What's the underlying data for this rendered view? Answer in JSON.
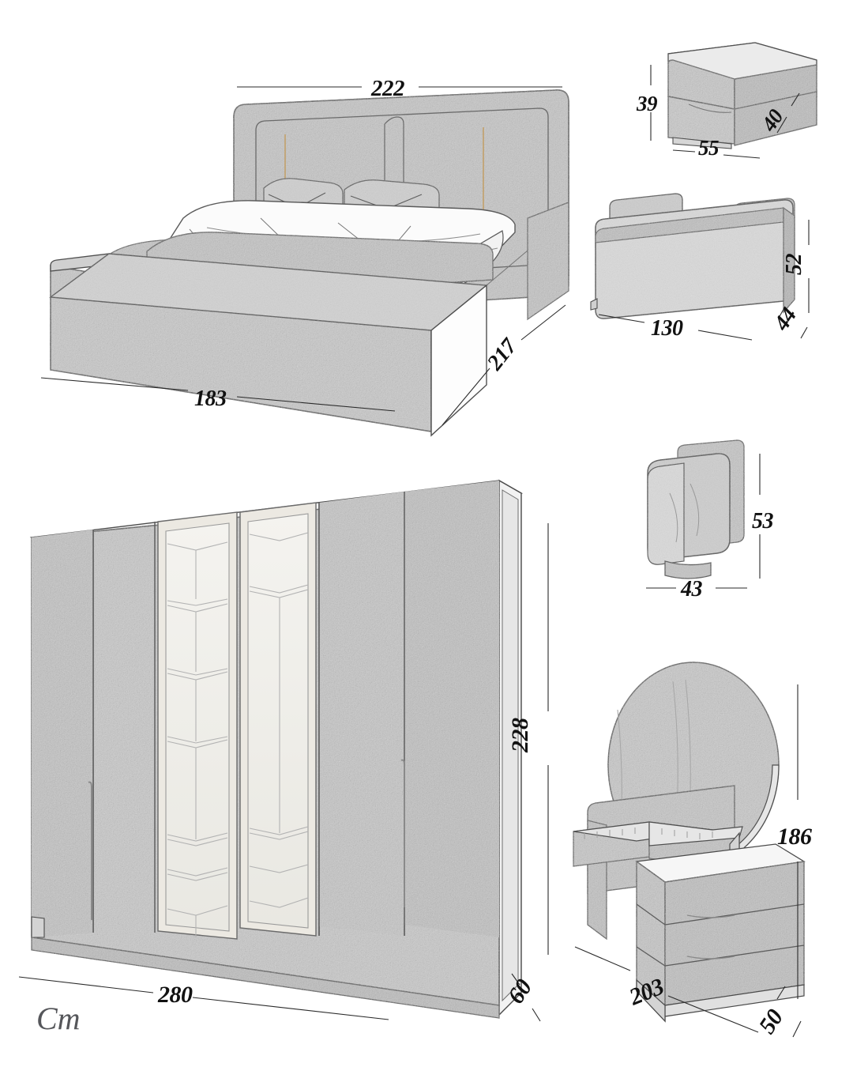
{
  "sheet": {
    "title": "Bedroom Set Dimension Sheet",
    "unit": "cm",
    "signature": "Cm",
    "background": "#ffffff",
    "ink": "#3c3c3c",
    "fabric": "#c9c9c9",
    "fabric_dark": "#b4b4b4",
    "fabric_light": "#dedede",
    "glass": "#f1f0ec",
    "accent_gold": "#c2a06a"
  },
  "items": [
    {
      "id": "bed",
      "name": "Upholstered Bed",
      "dims": [
        {
          "label": "222",
          "axis": "width-headboard"
        },
        {
          "label": "183",
          "axis": "width-base"
        },
        {
          "label": "217",
          "axis": "depth"
        }
      ]
    },
    {
      "id": "nightstand",
      "name": "Nightstand",
      "dims": [
        {
          "label": "39",
          "axis": "height"
        },
        {
          "label": "55",
          "axis": "width"
        },
        {
          "label": "40",
          "axis": "depth"
        }
      ]
    },
    {
      "id": "bench",
      "name": "Bed Bench",
      "dims": [
        {
          "label": "52",
          "axis": "height"
        },
        {
          "label": "130",
          "axis": "width"
        },
        {
          "label": "44",
          "axis": "depth"
        }
      ]
    },
    {
      "id": "pouf",
      "name": "Pouf Stool",
      "dims": [
        {
          "label": "53",
          "axis": "height"
        },
        {
          "label": "43",
          "axis": "width"
        }
      ]
    },
    {
      "id": "wardrobe",
      "name": "Six Door Wardrobe",
      "dims": [
        {
          "label": "228",
          "axis": "height"
        },
        {
          "label": "280",
          "axis": "width"
        },
        {
          "label": "60",
          "axis": "depth"
        }
      ]
    },
    {
      "id": "dresser",
      "name": "Dressing Table with Round Mirror",
      "dims": [
        {
          "label": "186",
          "axis": "height"
        },
        {
          "label": "203",
          "axis": "width"
        },
        {
          "label": "50",
          "axis": "depth"
        }
      ]
    }
  ],
  "labels": {
    "bed_width_head": "222",
    "bed_width_base": "183",
    "bed_depth": "217",
    "ns_height": "39",
    "ns_width": "55",
    "ns_depth": "40",
    "bench_height": "52",
    "bench_width": "130",
    "bench_depth": "44",
    "pouf_height": "53",
    "pouf_width": "43",
    "wd_height": "228",
    "wd_width": "280",
    "wd_depth": "60",
    "dr_height": "186",
    "dr_width": "203",
    "dr_depth": "50",
    "signature": "Cm"
  }
}
